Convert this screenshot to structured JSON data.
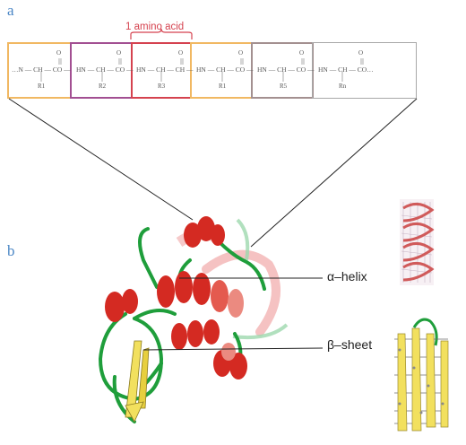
{
  "panels": {
    "a": "a",
    "b": "b"
  },
  "amino_acid_label": "1 amino acid",
  "chain": {
    "residues": [
      {
        "main": "…N — CH — CO —",
        "o": "O",
        "r": "R1"
      },
      {
        "main": "HN — CH — CO —",
        "o": "O",
        "r": "R2"
      },
      {
        "main": "HN — CH — CH —",
        "o": "O",
        "r": "R3"
      },
      {
        "main": "HN — CH — CO —",
        "o": "O",
        "r": "R1"
      },
      {
        "main": "HN — CH — CO —",
        "o": "O",
        "r": "R5"
      },
      {
        "main": "HN — CH — CO…",
        "o": "O",
        "r": "Rn"
      }
    ]
  },
  "structures": {
    "helix_label": "α–helix",
    "sheet_label": "β–sheet"
  },
  "colors": {
    "panel_letter": "#4a86c5",
    "amino_acid_label": "#d5424f",
    "segment_1": "#f1b862",
    "segment_2": "#a24f92",
    "segment_3": "#d5424f",
    "segment_4": "#f1b862",
    "segment_5": "#a39090",
    "segment_6": "#a8a8a8",
    "helix": "#d42a22",
    "sheet": "#f2e05e",
    "loop": "#1f9e3b"
  }
}
